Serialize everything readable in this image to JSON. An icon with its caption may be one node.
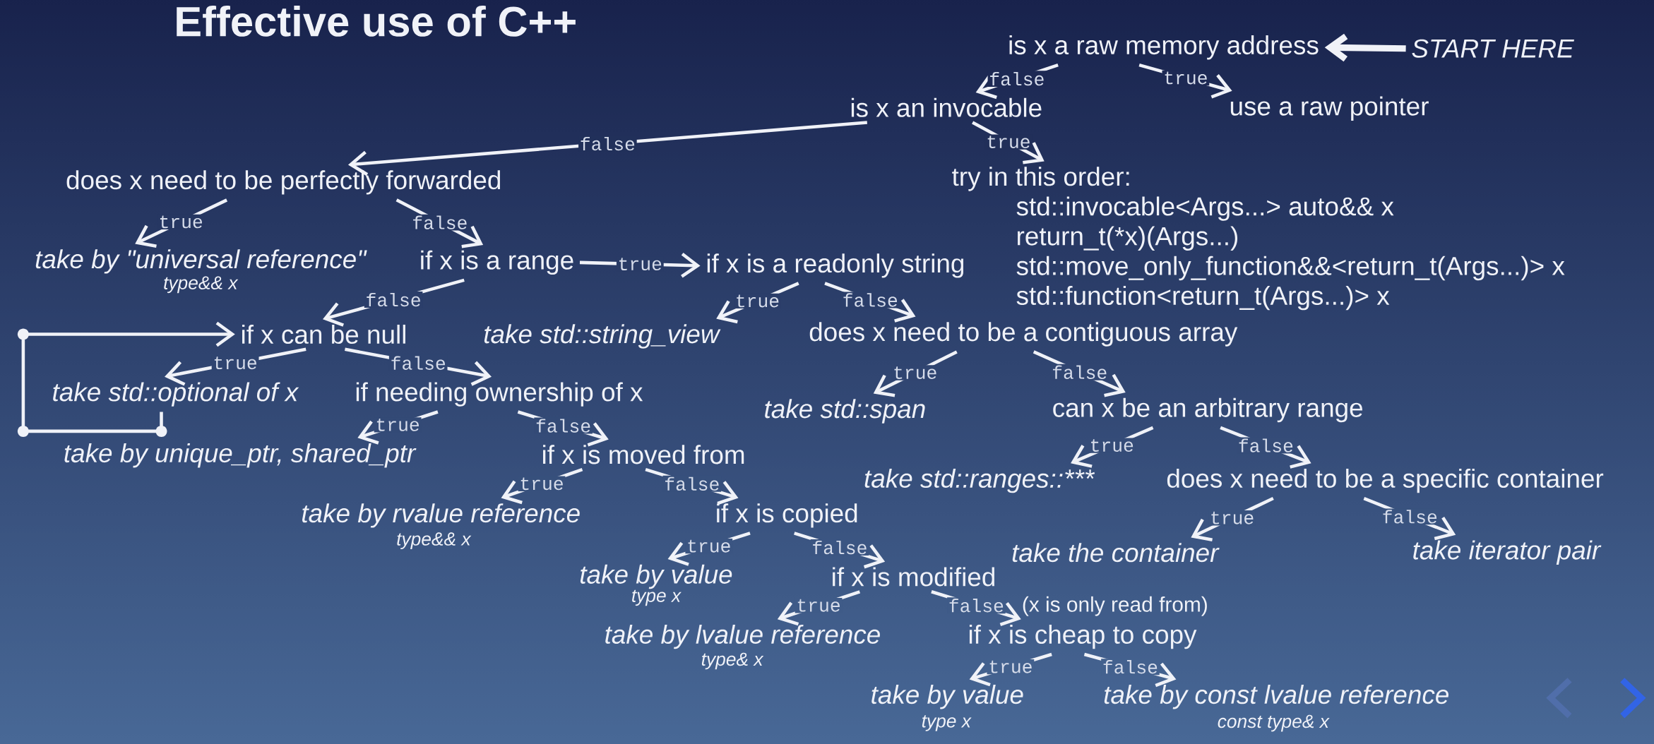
{
  "diagram": {
    "title": "Effective use of C++",
    "nodes": [
      {
        "text": [
          "is x a raw memory address"
        ]
      },
      {
        "text": [
          "START HERE"
        ]
      },
      {
        "text": [
          "is x an invocable"
        ]
      },
      {
        "text": [
          "use a raw pointer"
        ]
      },
      {
        "text": [
          "does x need to be perfectly forwarded"
        ]
      },
      {
        "text": [
          "try in this order:",
          "std::invocable<Args...> auto&& x",
          "return_t(*x)(Args...)",
          "std::move_only_function&&<return_t(Args...)> x",
          "std::function<return_t(Args...)> x"
        ]
      },
      {
        "text": [
          "take by \"universal reference\""
        ],
        "beside": [
          "type&& x"
        ]
      },
      {
        "text": [
          "if x is a range"
        ]
      },
      {
        "text": [
          "if x is a readonly string"
        ]
      },
      {
        "text": [
          "if x can be null"
        ]
      },
      {
        "text": [
          "take std::string_view"
        ]
      },
      {
        "text": [
          "does x need to be a contiguous array"
        ]
      },
      {
        "text": [
          "take std::optional of x"
        ]
      },
      {
        "text": [
          "if needing ownership of x"
        ]
      },
      {
        "text": [
          "take std::span"
        ]
      },
      {
        "text": [
          "can x be an arbitrary range"
        ]
      },
      {
        "text": [
          "take by unique_ptr, shared_ptr"
        ]
      },
      {
        "text": [
          "if x is moved from"
        ]
      },
      {
        "text": [
          "take std::ranges::***"
        ]
      },
      {
        "text": [
          "does x need to be a specific container"
        ]
      },
      {
        "text": [
          "take by rvalue reference"
        ],
        "beside": [
          "type&& x"
        ]
      },
      {
        "text": [
          "if x is copied"
        ]
      },
      {
        "text": [
          "take the container"
        ]
      },
      {
        "text": [
          "take iterator pair"
        ]
      },
      {
        "text": [
          "take by value"
        ],
        "beside": [
          "type x"
        ]
      },
      {
        "text": [
          "if x is modified"
        ]
      },
      {
        "text": [
          "take by lvalue reference"
        ],
        "beside": [
          "type& x"
        ]
      },
      {
        "text": [
          "if x is cheap to copy"
        ]
      },
      {
        "text": [
          "take by value"
        ],
        "beside": [
          "type x"
        ]
      },
      {
        "text": [
          "take by const lvalue reference"
        ],
        "beside": [
          "const type& x"
        ]
      }
    ],
    "edges": [
      {
        "from": 1,
        "to": 0,
        "arrow": "to",
        "style": "thick"
      },
      {
        "from": 0,
        "to": 2,
        "arrow": "to",
        "label": "false"
      },
      {
        "from": 0,
        "to": 3,
        "arrow": "to",
        "label": "true"
      },
      {
        "from": 2,
        "to": 4,
        "arrow": "to",
        "label": "false"
      },
      {
        "from": 2,
        "to": 5,
        "arrow": "to",
        "label": "true"
      },
      {
        "from": 4,
        "to": 6,
        "arrow": "to",
        "label": "true"
      },
      {
        "from": 4,
        "to": 7,
        "arrow": "to",
        "label": "false"
      },
      {
        "from": 7,
        "to": 8,
        "arrow": "to",
        "label": "true"
      },
      {
        "from": 7,
        "to": 9,
        "arrow": "to",
        "label": "false"
      },
      {
        "from": 8,
        "to": 10,
        "arrow": "to",
        "label": "true"
      },
      {
        "from": 8,
        "to": 11,
        "arrow": "to",
        "label": "false"
      },
      {
        "from": 9,
        "to": 12,
        "arrow": "to",
        "label": "true"
      },
      {
        "from": 9,
        "to": 13,
        "arrow": "to",
        "label": "false"
      },
      {
        "from": 11,
        "to": 14,
        "arrow": "to",
        "label": "true"
      },
      {
        "from": 11,
        "to": 15,
        "arrow": "to",
        "label": "false"
      },
      {
        "from": 13,
        "to": 16,
        "arrow": "to",
        "label": "true"
      },
      {
        "from": 13,
        "to": 17,
        "arrow": "to",
        "label": "false"
      },
      {
        "from": 15,
        "to": 18,
        "arrow": "to",
        "label": "true"
      },
      {
        "from": 15,
        "to": 19,
        "arrow": "to",
        "label": "false"
      },
      {
        "from": 17,
        "to": 20,
        "arrow": "to",
        "label": "true"
      },
      {
        "from": 17,
        "to": 21,
        "arrow": "to",
        "label": "false"
      },
      {
        "from": 19,
        "to": 22,
        "arrow": "to",
        "label": "true"
      },
      {
        "from": 19,
        "to": 23,
        "arrow": "to",
        "label": "false"
      },
      {
        "from": 21,
        "to": 24,
        "arrow": "to",
        "label": "true"
      },
      {
        "from": 21,
        "to": 25,
        "arrow": "to",
        "label": "false"
      },
      {
        "from": 25,
        "to": 26,
        "arrow": "to",
        "label": "true"
      },
      {
        "from": 25,
        "to": 27,
        "arrow": "to",
        "label": "false"
      },
      {
        "from": 27,
        "to": 28,
        "arrow": "to",
        "label": "true"
      },
      {
        "from": 27,
        "to": 29,
        "arrow": "to",
        "label": "false"
      },
      {
        "from": 12,
        "to": 9,
        "arrow": "to"
      }
    ],
    "labels": [
      "(x is only read from)"
    ]
  }
}
